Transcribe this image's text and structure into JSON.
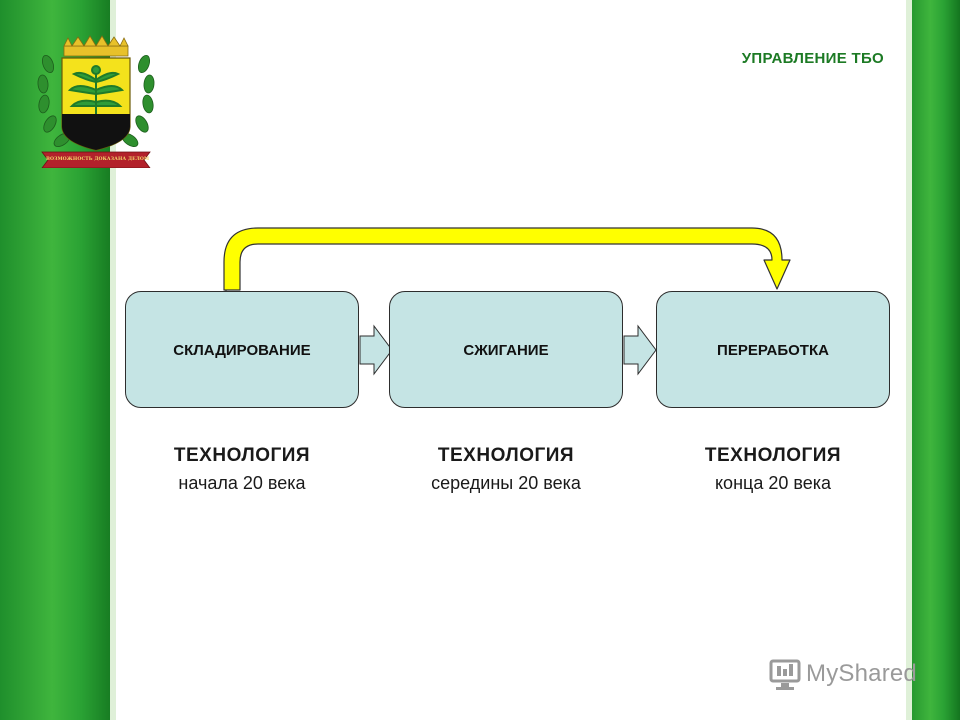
{
  "header": {
    "title": "УПРАВЛЕНИЕ ТБО"
  },
  "emblem": {
    "motto": "ВОЗМОЖНОСТЬ ДОКАЗАНА ДЕЛОМ"
  },
  "stages": [
    {
      "label": "СКЛАДИРОВАНИЕ",
      "caption_title": "ТЕХНОЛОГИЯ",
      "caption_sub": "начала 20 века"
    },
    {
      "label": "СЖИГАНИЕ",
      "caption_title": "ТЕХНОЛОГИЯ",
      "caption_sub": "середины 20 века"
    },
    {
      "label": "ПЕРЕРАБОТКА",
      "caption_title": "ТЕХНОЛОГИЯ",
      "caption_sub": "конца 20 века"
    }
  ],
  "watermark": {
    "text": "MyShared"
  },
  "colors": {
    "band_green": "#2aa234",
    "box_fill": "#c5e4e4",
    "arrow_yellow": "#ffff00",
    "title_green": "#1c7a24"
  },
  "icons": [
    "coat-of-arms-icon",
    "monitor-icon"
  ]
}
